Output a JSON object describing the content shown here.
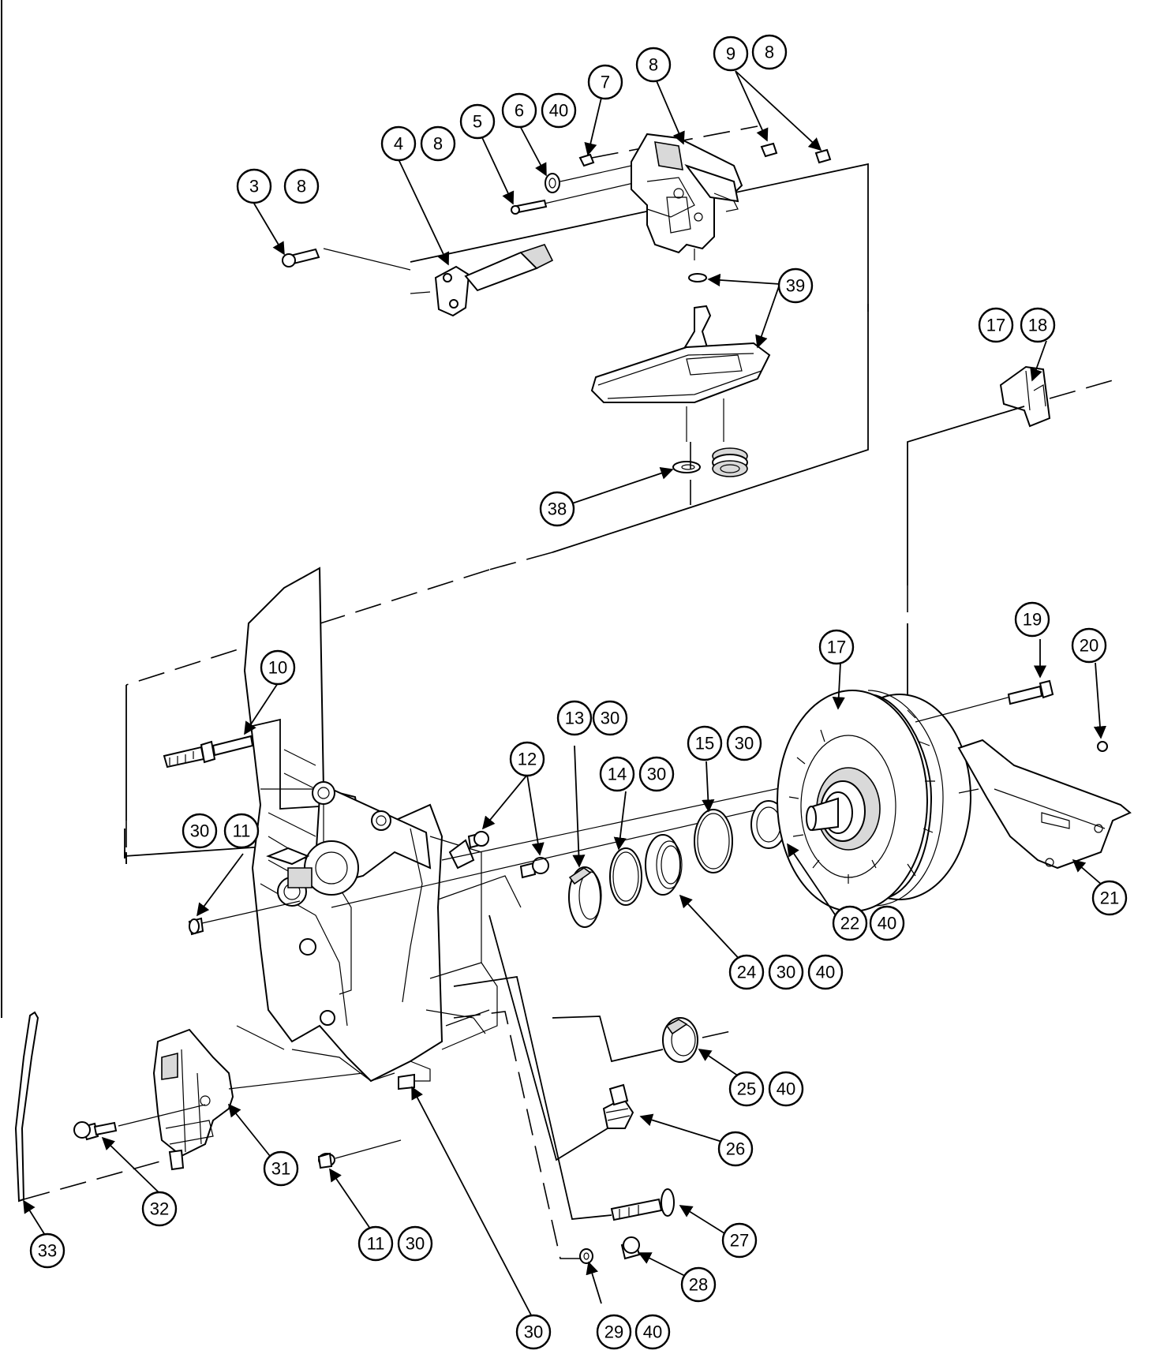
{
  "callouts": [
    {
      "id": "c3",
      "label": "3"
    },
    {
      "id": "c3b",
      "label": "8"
    },
    {
      "id": "c4",
      "label": "4"
    },
    {
      "id": "c4b",
      "label": "8"
    },
    {
      "id": "c5",
      "label": "5"
    },
    {
      "id": "c6",
      "label": "6"
    },
    {
      "id": "c6b",
      "label": "40"
    },
    {
      "id": "c7",
      "label": "7"
    },
    {
      "id": "c8",
      "label": "8"
    },
    {
      "id": "c9",
      "label": "9"
    },
    {
      "id": "c9b",
      "label": "8"
    },
    {
      "id": "c39",
      "label": "39"
    },
    {
      "id": "c38",
      "label": "38"
    },
    {
      "id": "c17a",
      "label": "17"
    },
    {
      "id": "c18",
      "label": "18"
    },
    {
      "id": "c10",
      "label": "10"
    },
    {
      "id": "c30a",
      "label": "30"
    },
    {
      "id": "c11a",
      "label": "11"
    },
    {
      "id": "c12",
      "label": "12"
    },
    {
      "id": "c13",
      "label": "13"
    },
    {
      "id": "c13b",
      "label": "30"
    },
    {
      "id": "c14",
      "label": "14"
    },
    {
      "id": "c14b",
      "label": "30"
    },
    {
      "id": "c15",
      "label": "15"
    },
    {
      "id": "c15b",
      "label": "30"
    },
    {
      "id": "c17b",
      "label": "17"
    },
    {
      "id": "c19",
      "label": "19"
    },
    {
      "id": "c20",
      "label": "20"
    },
    {
      "id": "c21",
      "label": "21"
    },
    {
      "id": "c22",
      "label": "22"
    },
    {
      "id": "c22b",
      "label": "40"
    },
    {
      "id": "c24",
      "label": "24"
    },
    {
      "id": "c24b",
      "label": "30"
    },
    {
      "id": "c24c",
      "label": "40"
    },
    {
      "id": "c25",
      "label": "25"
    },
    {
      "id": "c25b",
      "label": "40"
    },
    {
      "id": "c26",
      "label": "26"
    },
    {
      "id": "c27",
      "label": "27"
    },
    {
      "id": "c28",
      "label": "28"
    },
    {
      "id": "c29",
      "label": "29"
    },
    {
      "id": "c29b",
      "label": "40"
    },
    {
      "id": "c30b",
      "label": "30"
    },
    {
      "id": "c31",
      "label": "31"
    },
    {
      "id": "c32",
      "label": "32"
    },
    {
      "id": "c33",
      "label": "33"
    },
    {
      "id": "c11b",
      "label": "11"
    },
    {
      "id": "c11c",
      "label": "30"
    }
  ]
}
